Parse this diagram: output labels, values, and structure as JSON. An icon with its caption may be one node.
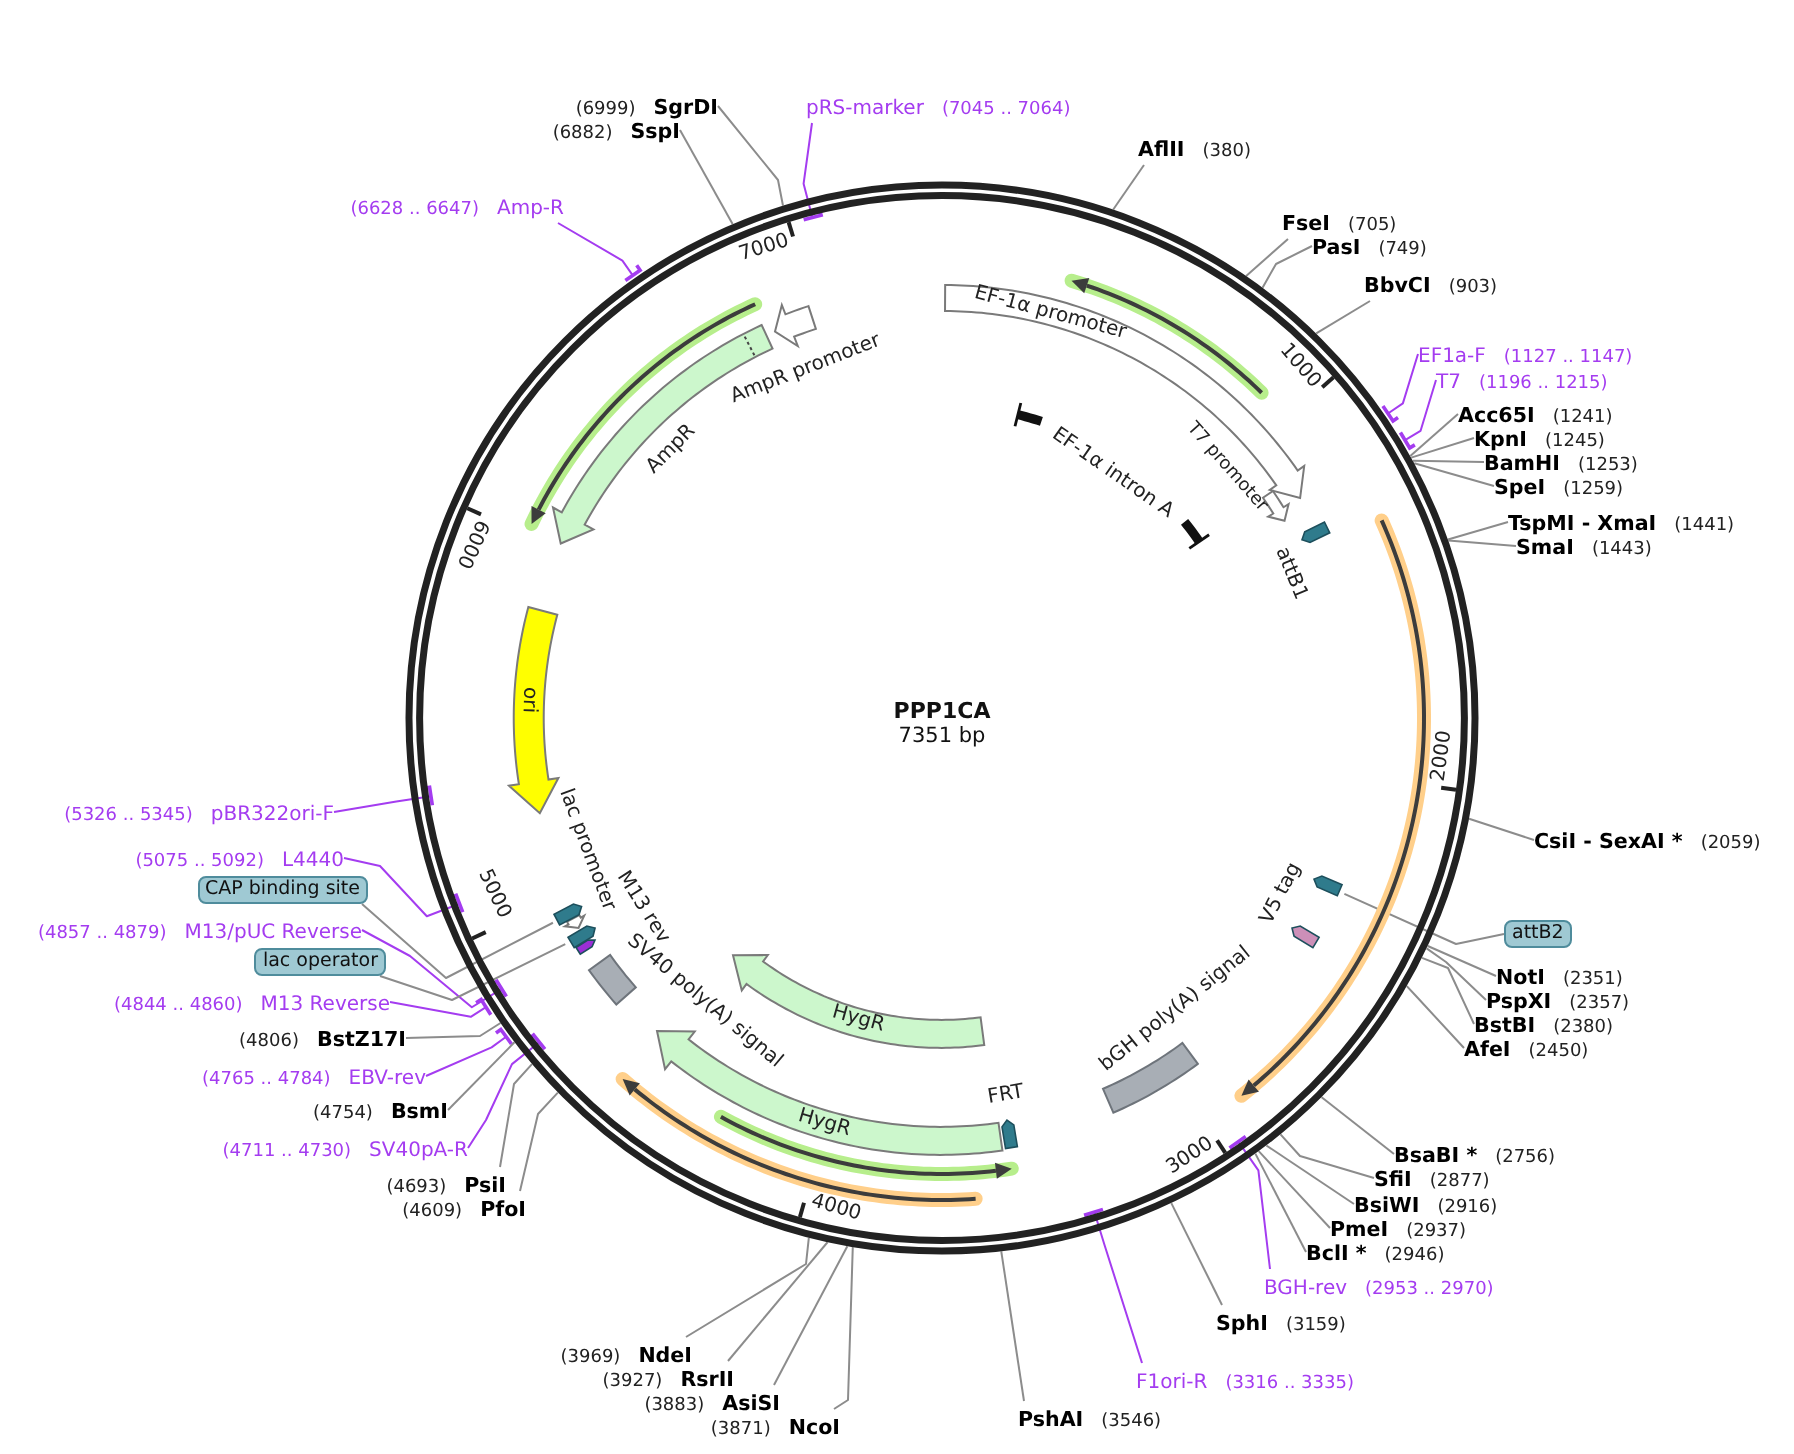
{
  "diagram": {
    "nodes": [
      {
        "text": [
          "PPP1CA",
          "7351 bp"
        ]
      },
      {
        "text": [
          "AmpR promoter"
        ],
        "in": 0
      },
      {
        "text": [
          "EF-1α promoter"
        ],
        "in": 0
      },
      {
        "text": [
          "AmpR"
        ],
        "in": 0
      },
      {
        "text": [
          "EF-1α intron A"
        ],
        "in": 0
      },
      {
        "text": [
          "T7 promoter"
        ],
        "in": 0
      },
      {
        "text": [
          "attB1"
        ],
        "in": 0
      },
      {
        "text": [
          "ori"
        ],
        "in": 0
      },
      {
        "text": [
          "lac promoter"
        ],
        "in": 0
      },
      {
        "text": [],
        "shape": "arrow",
        "in": 0
      },
      {
        "text": [
          "V5 tag"
        ],
        "in": 0
      },
      {
        "text": [
          "M13 rev"
        ],
        "in": 0
      },
      {
        "text": [],
        "shape": "arrow",
        "in": 0
      },
      {
        "text": [],
        "shape": "arrow",
        "in": 0
      },
      {
        "text": [
          "SV40 poly(A) signal"
        ],
        "in": 0
      },
      {
        "text": [
          "HygR"
        ],
        "in": 0
      },
      {
        "text": [
          "bGH poly(A) signal"
        ],
        "in": 0
      },
      {
        "text": [
          "FRT"
        ],
        "in": 0
      },
      {
        "text": [
          "HygR"
        ],
        "in": 0
      },
      {
        "text": [
          "(6999)",
          "SgrDI"
        ]
      },
      {
        "text": [
          "pRS-marker",
          "(7045 .. 7064)"
        ]
      },
      {
        "text": [
          "(6882)",
          "SspI"
        ]
      },
      {
        "text": [
          "AflII",
          "(380)"
        ]
      },
      {
        "text": [
          "(6628 .. 6647)",
          "Amp-R"
        ]
      },
      {
        "text": [
          "FseI",
          "(705)"
        ]
      },
      {
        "text": [
          "PasI",
          "(749)"
        ]
      },
      {
        "text": [
          "BbvCI",
          "(903)"
        ]
      },
      {
        "text": [
          "EF1a-F",
          "(1127 .. 1147)"
        ]
      },
      {
        "text": [
          "T7",
          "(1196 .. 1215)"
        ]
      },
      {
        "text": [
          "Acc65I",
          "(1241)"
        ]
      },
      {
        "text": [
          "KpnI",
          "(1245)"
        ]
      },
      {
        "text": [
          "BamHI",
          "(1253)"
        ]
      },
      {
        "text": [
          "SpeI",
          "(1259)"
        ]
      },
      {
        "text": [
          "TspMI - XmaI",
          "(1441)"
        ]
      },
      {
        "text": [
          "SmaI",
          "(1443)"
        ]
      },
      {
        "text": [
          "(5326 .. 5345)",
          "pBR322ori-F"
        ]
      },
      {
        "text": [
          "CsiI - SexAI *",
          "(2059)"
        ]
      },
      {
        "text": [
          "(5075 .. 5092)",
          "L4440"
        ]
      },
      {
        "text": [
          "CAP binding site"
        ]
      },
      {
        "text": [
          "(4857 .. 4879)",
          "M13/pUC Reverse"
        ]
      },
      {
        "text": [
          "attB2"
        ]
      },
      {
        "text": [
          "lac operator"
        ]
      },
      {
        "text": [
          "NotI",
          "(2351)"
        ]
      },
      {
        "text": [
          "PspXI",
          "(2357)"
        ]
      },
      {
        "text": [
          "(4844 .. 4860)",
          "M13 Reverse"
        ]
      },
      {
        "text": [
          "BstBI",
          "(2380)"
        ]
      },
      {
        "text": [
          "(4806)",
          "BstZ17I"
        ]
      },
      {
        "text": [
          "AfeI",
          "(2450)"
        ]
      },
      {
        "text": [
          "(4765 .. 4784)",
          "EBV-rev"
        ]
      },
      {
        "text": [
          "(4754)",
          "BsmI"
        ]
      },
      {
        "text": [
          "(4711 .. 4730)",
          "SV40pA-R"
        ]
      },
      {
        "text": [
          "BsaBI *",
          "(2756)"
        ]
      },
      {
        "text": [
          "SfiI",
          "(2877)"
        ]
      },
      {
        "text": [
          "(4693)",
          "PsiI"
        ]
      },
      {
        "text": [
          "BsiWI",
          "(2916)"
        ]
      },
      {
        "text": [
          "(4609)",
          "PfoI"
        ]
      },
      {
        "text": [
          "PmeI",
          "(2937)"
        ]
      },
      {
        "text": [
          "BclI *",
          "(2946)"
        ]
      },
      {
        "text": [
          "BGH-rev",
          "(2953 .. 2970)"
        ]
      },
      {
        "text": [
          "SphI",
          "(3159)"
        ]
      },
      {
        "text": [
          "(3969)",
          "NdeI"
        ]
      },
      {
        "text": [
          "(3927)",
          "RsrII"
        ]
      },
      {
        "text": [
          "F1ori-R",
          "(3316 .. 3335)"
        ]
      },
      {
        "text": [
          "(3883)",
          "AsiSI"
        ]
      },
      {
        "text": [
          "PshAI",
          "(3546)"
        ]
      },
      {
        "text": [
          "(3871)",
          "NcoI"
        ]
      }
    ],
    "edges": [
      {
        "from": 19,
        "to": 0,
        "arrow": "none"
      },
      {
        "from": 20,
        "to": 0,
        "arrow": "other",
        "color": "#a43cf0"
      },
      {
        "from": 21,
        "to": 0,
        "arrow": "none"
      },
      {
        "from": 22,
        "to": 0,
        "arrow": "none"
      },
      {
        "from": 23,
        "to": 0,
        "arrow": "other",
        "color": "#a43cf0"
      },
      {
        "from": 24,
        "to": 0,
        "arrow": "none"
      },
      {
        "from": 25,
        "to": 0,
        "arrow": "none"
      },
      {
        "from": 26,
        "to": 0,
        "arrow": "none"
      },
      {
        "from": 27,
        "to": 0,
        "arrow": "other",
        "color": "#a43cf0"
      },
      {
        "from": 28,
        "to": 0,
        "arrow": "other",
        "color": "#a43cf0"
      },
      {
        "from": 29,
        "to": 0,
        "arrow": "none"
      },
      {
        "from": 30,
        "to": 0,
        "arrow": "none"
      },
      {
        "from": 31,
        "to": 0,
        "arrow": "none"
      },
      {
        "from": 32,
        "to": 0,
        "arrow": "none"
      },
      {
        "from": 33,
        "to": 0,
        "arrow": "none"
      },
      {
        "from": 34,
        "to": 0,
        "arrow": "none"
      },
      {
        "from": 35,
        "to": 0,
        "arrow": "other",
        "color": "#a43cf0"
      },
      {
        "from": 36,
        "to": 0,
        "arrow": "none"
      },
      {
        "from": 37,
        "to": 0,
        "arrow": "other",
        "color": "#a43cf0"
      },
      {
        "from": 38,
        "to": 12,
        "arrow": "none"
      },
      {
        "from": 39,
        "to": 0,
        "arrow": "other",
        "color": "#a43cf0"
      },
      {
        "from": 40,
        "to": 9,
        "arrow": "none"
      },
      {
        "from": 41,
        "to": 13,
        "arrow": "none"
      },
      {
        "from": 42,
        "to": 0,
        "arrow": "none"
      },
      {
        "from": 43,
        "to": 0,
        "arrow": "none"
      },
      {
        "from": 44,
        "to": 0,
        "arrow": "other",
        "color": "#a43cf0"
      },
      {
        "from": 45,
        "to": 0,
        "arrow": "none"
      },
      {
        "from": 46,
        "to": 0,
        "arrow": "none"
      },
      {
        "from": 47,
        "to": 0,
        "arrow": "none"
      },
      {
        "from": 48,
        "to": 0,
        "arrow": "other",
        "color": "#a43cf0"
      },
      {
        "from": 49,
        "to": 0,
        "arrow": "none"
      },
      {
        "from": 50,
        "to": 0,
        "arrow": "other",
        "color": "#a43cf0"
      },
      {
        "from": 51,
        "to": 0,
        "arrow": "none"
      },
      {
        "from": 52,
        "to": 0,
        "arrow": "none"
      },
      {
        "from": 53,
        "to": 0,
        "arrow": "none"
      },
      {
        "from": 54,
        "to": 0,
        "arrow": "none"
      },
      {
        "from": 55,
        "to": 0,
        "arrow": "none"
      },
      {
        "from": 56,
        "to": 0,
        "arrow": "none"
      },
      {
        "from": 57,
        "to": 0,
        "arrow": "none"
      },
      {
        "from": 58,
        "to": 0,
        "arrow": "other",
        "color": "#a43cf0"
      },
      {
        "from": 59,
        "to": 0,
        "arrow": "none"
      },
      {
        "from": 60,
        "to": 0,
        "arrow": "none"
      },
      {
        "from": 61,
        "to": 0,
        "arrow": "none"
      },
      {
        "from": 62,
        "to": 0,
        "arrow": "other",
        "color": "#a43cf0"
      },
      {
        "from": 63,
        "to": 0,
        "arrow": "none"
      },
      {
        "from": 64,
        "to": 0,
        "arrow": "none"
      },
      {
        "from": 65,
        "to": 0,
        "arrow": "none"
      }
    ],
    "labels": [
      "7000",
      "1000",
      "6000",
      "2000",
      "5000",
      "3000",
      "4000"
    ]
  }
}
